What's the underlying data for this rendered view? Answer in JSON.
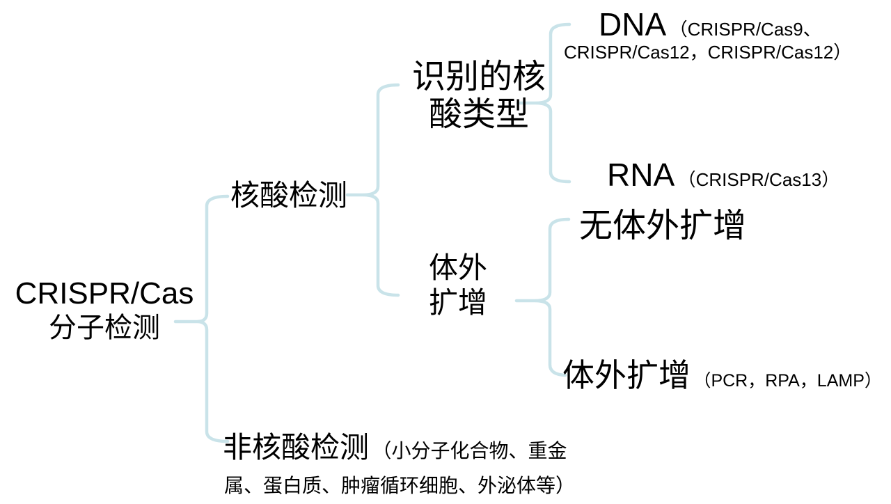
{
  "diagram": {
    "root": {
      "line1": "CRISPR/Cas",
      "line2": "分子检测"
    },
    "nucleic_branch": {
      "label": "核酸检测"
    },
    "recognized_type_node": {
      "line1": "识别的核",
      "line2": "酸类型"
    },
    "dna_leaf": {
      "label": "DNA",
      "detail_line1": "（CRISPR/Cas9、",
      "detail_line2": "CRISPR/Cas12，CRISPR/Cas12）"
    },
    "rna_leaf": {
      "label": "RNA",
      "detail": "（CRISPR/Cas13）"
    },
    "amplification_node": {
      "line1": "体外",
      "line2": "扩增"
    },
    "no_amplification_leaf": {
      "label": "无体外扩增"
    },
    "with_amplification_leaf": {
      "label": "体外扩增",
      "detail": "（PCR，RPA，LAMP）"
    },
    "non_nucleic_branch": {
      "label": "非核酸检测",
      "detail_line1": "（小分子化合物、重金",
      "detail_line2": "属、蛋白质、肿瘤循环细胞、外泌体等）"
    }
  },
  "colors": {
    "brace": "#c9e3e9",
    "text": "#000000",
    "background": "#ffffff"
  }
}
